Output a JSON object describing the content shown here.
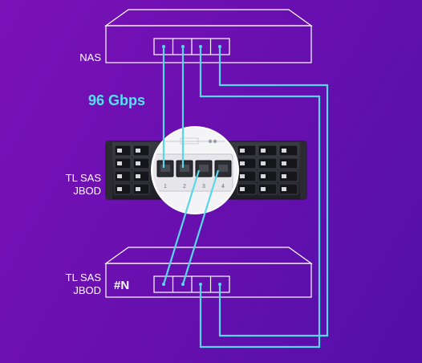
{
  "labels": {
    "nas": "NAS",
    "jbod_top_line1": "TL SAS",
    "jbod_top_line2": "JBOD",
    "jbod_bottom_line1": "TL SAS",
    "jbod_bottom_line2": "JBOD",
    "speed": "96 Gbps",
    "unit_index": "#N"
  },
  "port_numbers": [
    "1",
    "2",
    "3",
    "4"
  ],
  "colors": {
    "background": "#6a0fb0",
    "cable": "#58d6ec",
    "outline": "#ffffff",
    "speed_text": "#52e3f2",
    "chassis": "#2b2b33"
  }
}
